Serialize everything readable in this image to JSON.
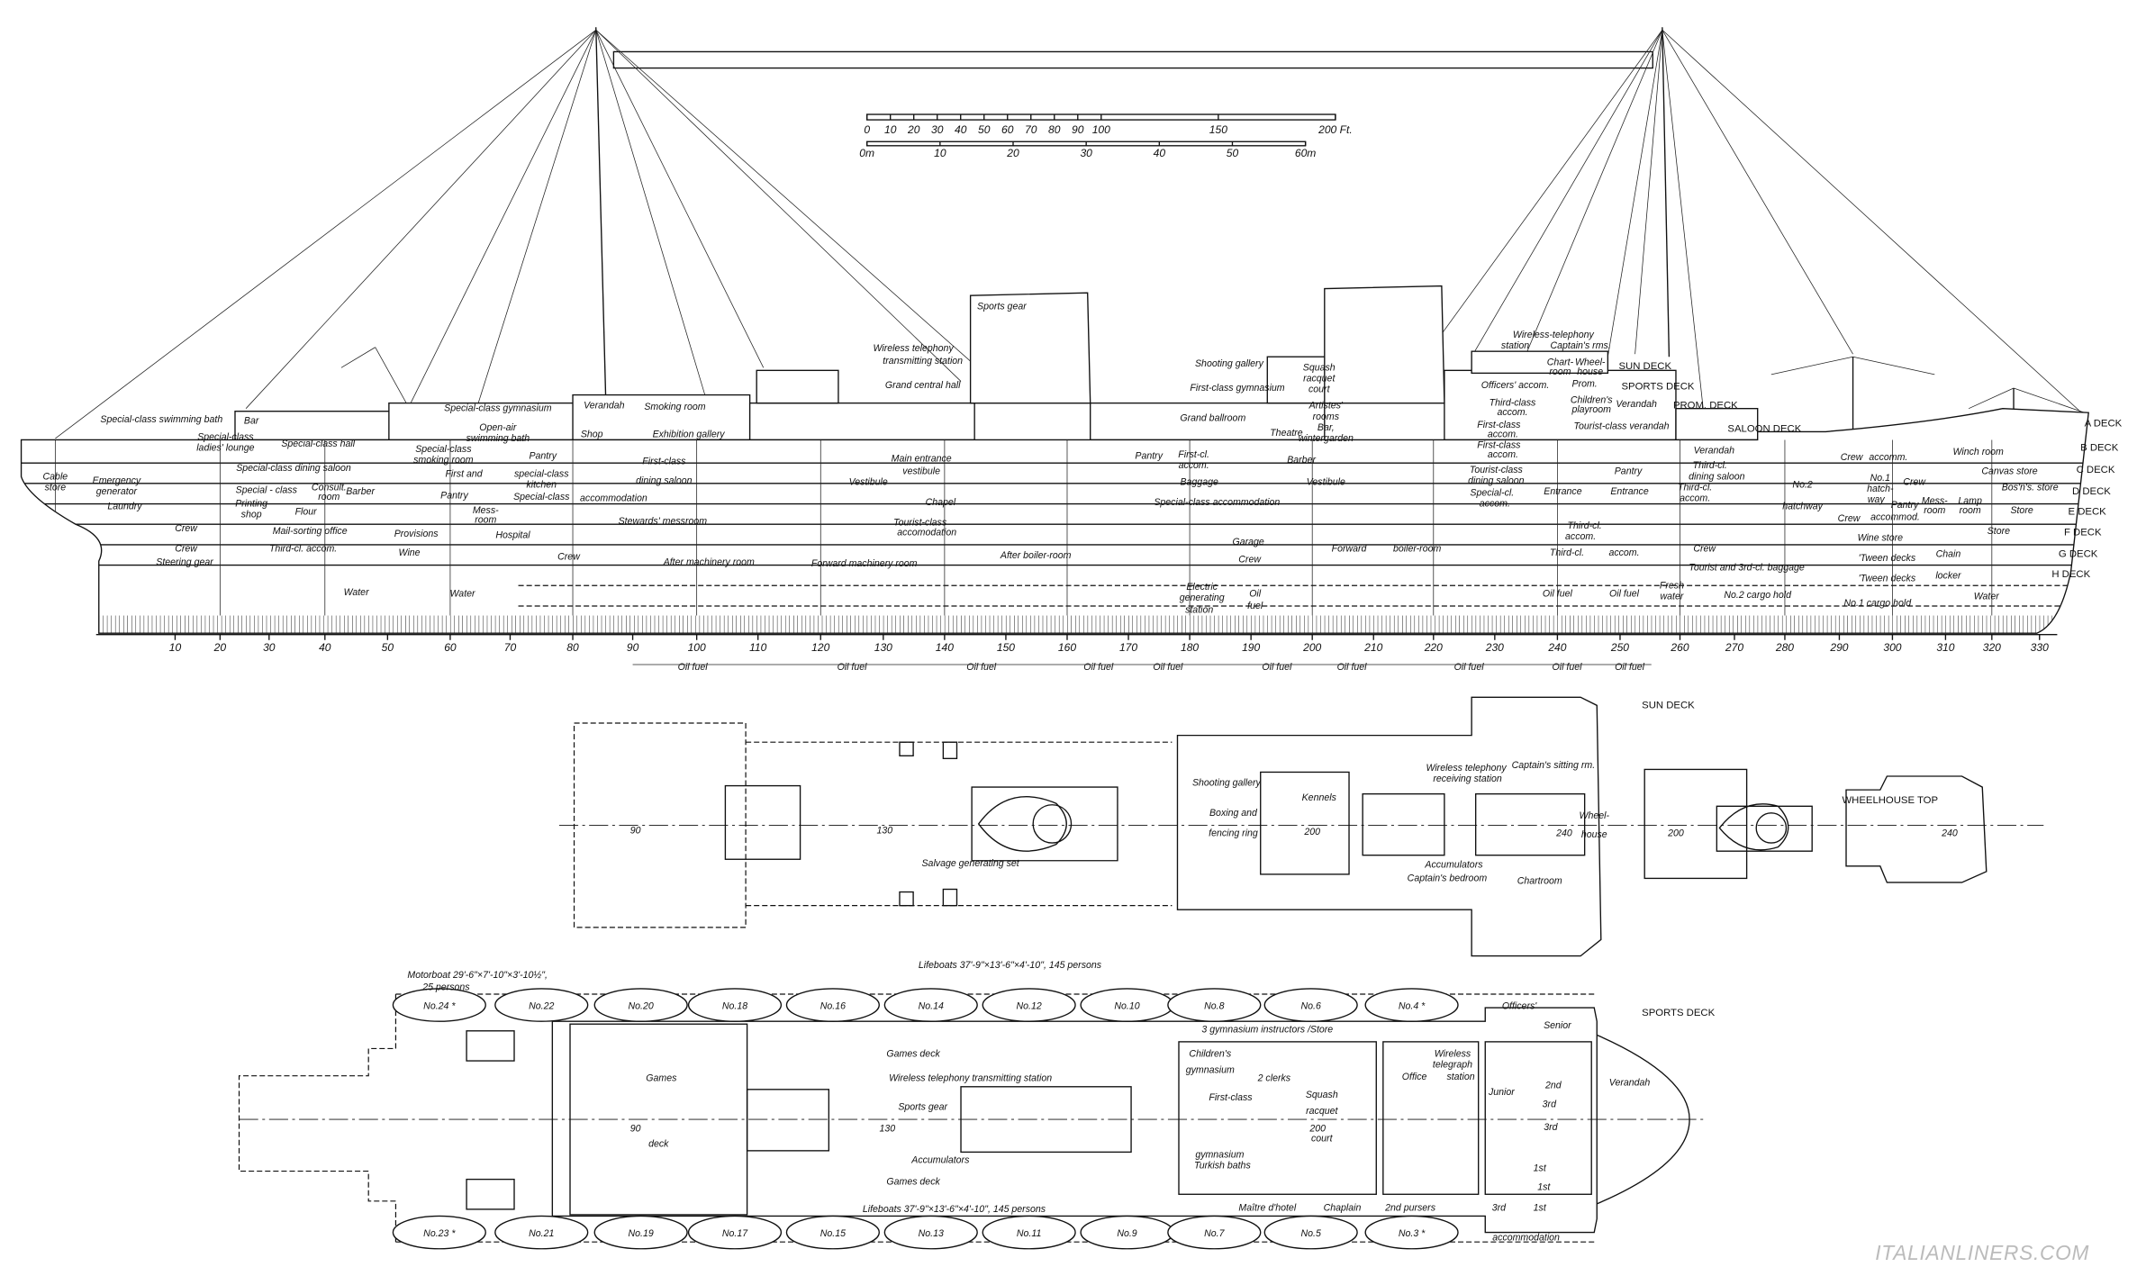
{
  "scale_bar": {
    "feet_ticks": [
      "0",
      "10",
      "20",
      "30",
      "40",
      "50",
      "60",
      "70",
      "80",
      "90",
      "100",
      "150",
      "200 Ft."
    ],
    "feet_values": [
      0,
      10,
      20,
      30,
      40,
      50,
      60,
      70,
      80,
      90,
      100,
      150,
      200
    ],
    "metre_ticks": [
      "0m",
      "10",
      "20",
      "30",
      "40",
      "50",
      "60m"
    ],
    "metre_values": [
      0,
      10,
      20,
      30,
      40,
      50,
      60
    ]
  },
  "profile": {
    "rooms": [
      "Special-class swimming bath",
      "Bar",
      "Special-class",
      "ladies' lounge",
      "Special-class hall",
      "Special-class gymnasium",
      "Open-air",
      "swimming bath",
      "Special-class",
      "smoking room",
      "Verandah",
      "Smoking room",
      "Shop",
      "Exhibition gallery",
      "Pantry",
      "First-class",
      "dining saloon",
      "Special-class dining saloon",
      "First and",
      "special-class",
      "kitchen",
      "Cable",
      "store",
      "Emergency",
      "generator",
      "Special - class",
      "Consult.",
      "Barber",
      "Pantry",
      "Special-class",
      "accommodation",
      "Laundry",
      "Printing",
      "shop",
      "Flour",
      "Mess-",
      "room",
      "Stewards' messroom",
      "Crew",
      "Mail-sorting office",
      "Provisions",
      "Hospital",
      "Crew",
      "Third-cl. accom.",
      "Wine",
      "Crew",
      "Steering gear",
      "After machinery room",
      "Forward machinery room",
      "Water",
      "Water",
      "Sports gear",
      "Wireless telephony",
      "transmitting station",
      "Grand central hall",
      "Main entrance",
      "vestibule",
      "Vestibule",
      "Chapel",
      "Tourist-class",
      "accomodation",
      "After boiler-room",
      "Shooting gallery",
      "Squash",
      "racquet",
      "court",
      "First-class gymnasium",
      "Grand ballroom",
      "Artistes'",
      "rooms",
      "Theatre",
      "Bar,",
      "wintergarden",
      "Pantry",
      "First-cl.",
      "accom.",
      "Barber",
      "Baggage",
      "Vestibule",
      "Special-class accommodation",
      "Garage",
      "Crew",
      "Electric",
      "generating",
      "station",
      "Oil",
      "fuel",
      "Forward",
      "boiler-room",
      "Wireless-telephony",
      "station",
      "Captain's rms.",
      "Chart-",
      "room",
      "Wheel-",
      "house",
      "Officers' accom.",
      "Prom.",
      "Third-class",
      "accom.",
      "Children's",
      "playroom",
      "Verandah",
      "First-class",
      "accom.",
      "Tourist-class verandah",
      "First-class",
      "accom.",
      "Verandah",
      "Tourist-class",
      "dining saloon",
      "Pantry",
      "Third-cl.",
      "dining saloon",
      "Special-cl.",
      "accom.",
      "Entrance",
      "Entrance",
      "Third-cl.",
      "accom.",
      "Third-cl.",
      "accom.",
      "Third-cl.",
      "accom.",
      "Crew",
      "Tourist and 3rd-cl. baggage",
      "Oil fuel",
      "Oil fuel",
      "Fresh",
      "water",
      "No.2 cargo hold",
      "No.2",
      "hatchway",
      "Crew",
      "accomm.",
      "Winch room",
      "No.1",
      "hatch-",
      "way",
      "Crew",
      "Canvas store",
      "Pantry",
      "Mess-",
      "room",
      "Lamp",
      "room",
      "Bos'n's. store",
      "Crew",
      "accommod.",
      "Store",
      "Wine store",
      "Store",
      "'Tween decks",
      "'Tween decks",
      "No.1 cargo hold",
      "Chain",
      "locker",
      "Water",
      "room"
    ],
    "decks": [
      "SUN DECK",
      "SPORTS DECK",
      "PROM. DECK",
      "SALOON DECK",
      "A DECK",
      "B DECK",
      "C DECK",
      "D DECK",
      "E DECK",
      "F DECK",
      "G DECK",
      "H DECK"
    ],
    "frames": [
      "10",
      "20",
      "30",
      "40",
      "50",
      "60",
      "70",
      "80",
      "90",
      "100",
      "110",
      "120",
      "130",
      "140",
      "150",
      "160",
      "170",
      "180",
      "190",
      "200",
      "210",
      "220",
      "230",
      "240",
      "250",
      "260",
      "270",
      "280",
      "290",
      "300",
      "310",
      "320",
      "330"
    ],
    "oil_fuel_spans": [
      "Oil fuel",
      "Oil fuel",
      "Oil fuel",
      "Oil fuel",
      "Oil fuel",
      "Oil fuel",
      "Oil fuel",
      "Oil fuel",
      "Oil fuel",
      "Oil fuel"
    ]
  },
  "sun_deck": {
    "title": "SUN DECK",
    "labels": [
      "90",
      "130",
      "200",
      "Salvage generating set",
      "Shooting gallery",
      "Kennels",
      "Boxing and",
      "fencing ring",
      "Wireless telephony",
      "receiving station",
      "Captain's sitting rm.",
      "Wheel-",
      "house",
      "240",
      "Accumulators",
      "Captain's bedroom",
      "Chartroom"
    ]
  },
  "wheelhouse_top": {
    "title": "WHEELHOUSE TOP",
    "labels": [
      "200",
      "240"
    ]
  },
  "sports_deck": {
    "title": "SPORTS DECK",
    "motorboat": [
      "Motorboat 29'-6\"×7'-10\"×3'-10½\",",
      "25 persons"
    ],
    "lifeboats_note_top": "Lifeboats 37'-9\"×13'-6\"×4'-10\", 145 persons",
    "lifeboats_note_bottom": "Lifeboats 37'-9\"×13'-6\"×4'-10\", 145 persons",
    "boats_top": [
      "No.24 *",
      "No.22",
      "No.20",
      "No.18",
      "No.16",
      "No.14",
      "No.12",
      "No.10",
      "No.8",
      "No.6",
      "No.4 *"
    ],
    "boats_bottom": [
      "No.23 *",
      "No.21",
      "No.19",
      "No.17",
      "No.15",
      "No.13",
      "No.11",
      "No.9",
      "No.7",
      "No.5",
      "No.3 *"
    ],
    "labels": [
      "Games",
      "deck",
      "90",
      "Games deck",
      "Wireless telephony transmitting station",
      "Sports gear",
      "130",
      "Accumulators",
      "Games deck",
      "3 gymnasium instructors /Store",
      "Children's",
      "gymnasium",
      "Wireless",
      "telegraph",
      "Office",
      "station",
      "2 clerks",
      "First-class",
      "gymnasium",
      "Squash",
      "racquet",
      "200",
      "court",
      "Turkish baths",
      "Maître d'hotel",
      "Chaplain",
      "2nd pursers",
      "Officers'",
      "Senior",
      "Junior",
      "2nd",
      "3rd",
      "3rd",
      "1st",
      "1st",
      "1st",
      "3rd",
      "accommodation",
      "Verandah"
    ]
  },
  "watermark": "ITALIANLINERS.COM"
}
